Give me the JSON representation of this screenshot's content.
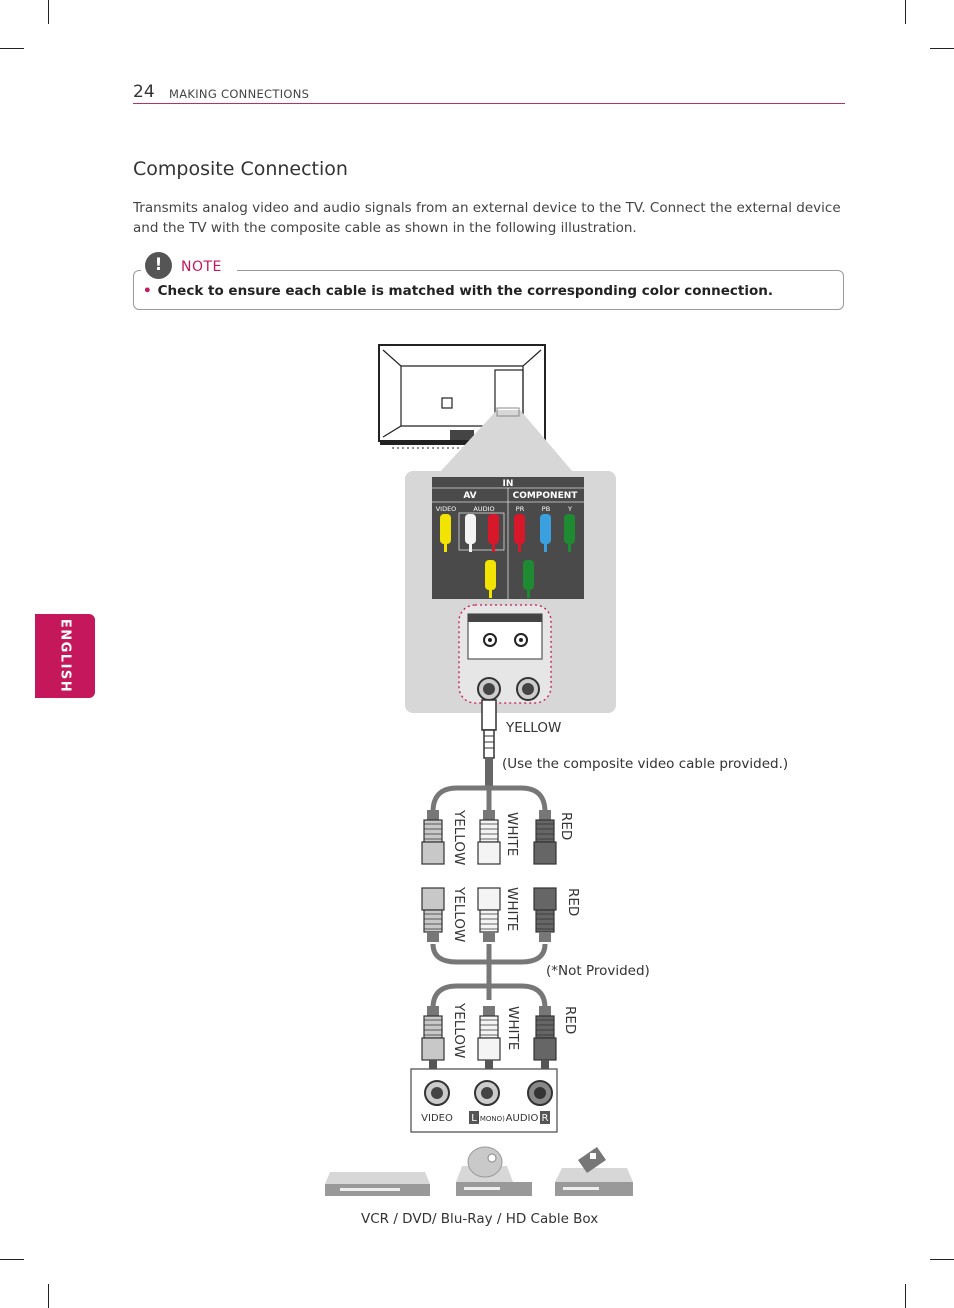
{
  "header": {
    "page_number": "24",
    "section": "MAKING CONNECTIONS"
  },
  "side_tab": {
    "label": "ENGLISH"
  },
  "title": "Composite Connection",
  "intro": "Transmits analog video and audio signals from an external device to the TV. Connect the external device and the TV with the composite cable as shown in the following illustration.",
  "note": {
    "icon": "!",
    "label": "NOTE",
    "items": [
      "Check to ensure each cable is matched with the corresponding color connection."
    ]
  },
  "panel": {
    "in_label": "IN",
    "av_label": "AV",
    "component_label": "COMPONENT",
    "video_label": "VIDEO",
    "audio_label": "AUDIO",
    "pr_label": "PR",
    "pb_label": "PB",
    "y_label": "Y"
  },
  "cables": {
    "tv_plug": "YELLOW",
    "provided_note": "(Use the composite video cable provided.)",
    "not_provided_note": "(*Not Provided)",
    "upper": {
      "yellow": "YELLOW",
      "white": "WHITE",
      "red": "RED"
    },
    "middle": {
      "yellow": "YELLOW",
      "white": "WHITE",
      "red": "RED"
    },
    "lower": {
      "yellow": "YELLOW",
      "white": "WHITE",
      "red": "RED"
    }
  },
  "device_panel": {
    "video": "VIDEO",
    "l": "L",
    "mono": "(MONO)",
    "audio": "AUDIO",
    "r": "R"
  },
  "devices_caption": "VCR / DVD/ Blu-Ray / HD Cable Box",
  "colors": {
    "accent": "#c5175c",
    "panel_bg": "#d7d7d7",
    "jack_panel": "#4a4a4a",
    "yellow": "#f3e400",
    "red": "#d6182a",
    "blue": "#3aa0e0",
    "green": "#1e8a32"
  }
}
